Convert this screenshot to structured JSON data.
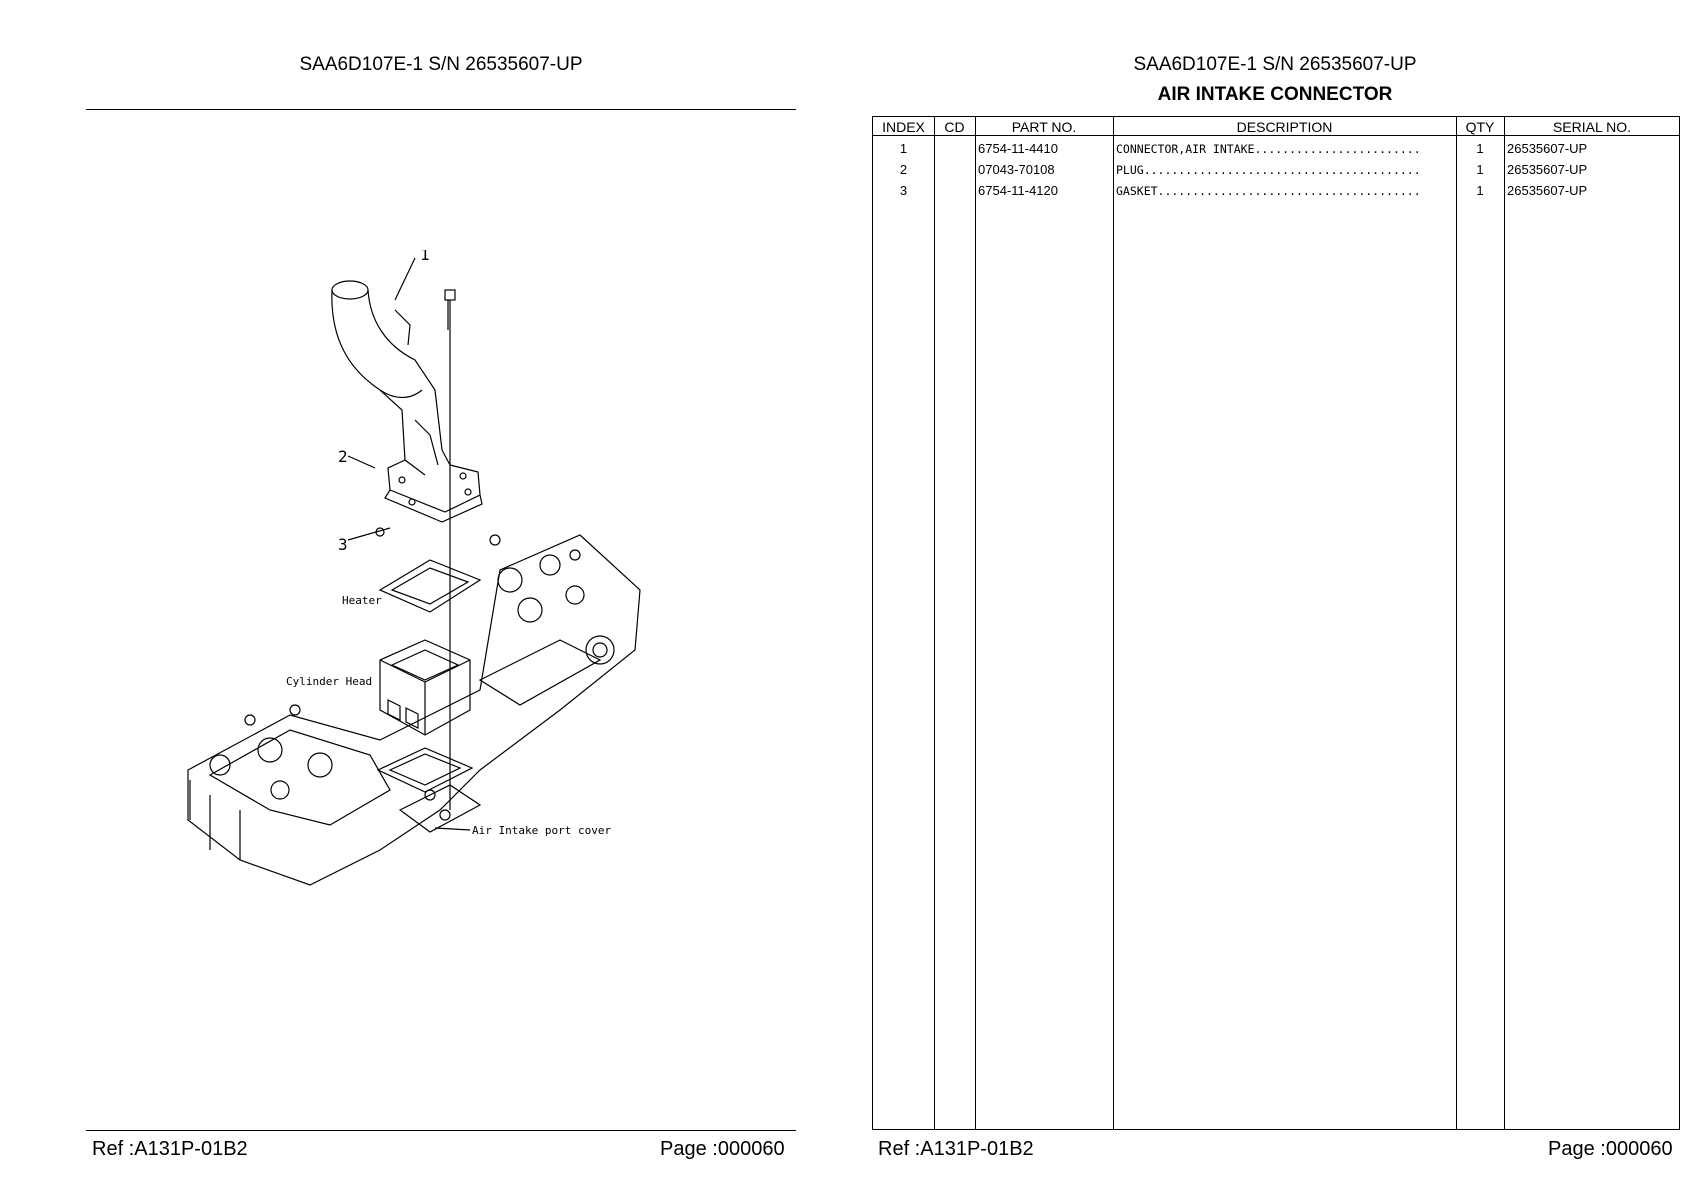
{
  "left_page": {
    "title": "SAA6D107E-1 S/N 26535607-UP",
    "footer_ref": "Ref :A131P-01B2",
    "footer_page": "Page :000060",
    "callouts": [
      "1",
      "2",
      "3"
    ],
    "labels": {
      "heater": "Heater",
      "cylinder_head": "Cylinder Head",
      "port_cover": "Air Intake port cover"
    }
  },
  "right_page": {
    "title": "SAA6D107E-1 S/N 26535607-UP",
    "subtitle": "AIR INTAKE CONNECTOR",
    "columns": [
      "INDEX",
      "CD",
      "PART NO.",
      "DESCRIPTION",
      "QTY",
      "SERIAL NO."
    ],
    "rows": [
      {
        "index": "1",
        "cd": "",
        "part_no": "6754-11-4410",
        "description": "CONNECTOR,AIR INTAKE........................",
        "qty": "1",
        "serial": "26535607-UP"
      },
      {
        "index": "2",
        "cd": "",
        "part_no": "07043-70108",
        "description": "PLUG........................................",
        "qty": "1",
        "serial": "26535607-UP"
      },
      {
        "index": "3",
        "cd": "",
        "part_no": "6754-11-4120",
        "description": "GASKET......................................",
        "qty": "1",
        "serial": "26535607-UP"
      }
    ],
    "footer_ref": "Ref :A131P-01B2",
    "footer_page": "Page :000060"
  }
}
